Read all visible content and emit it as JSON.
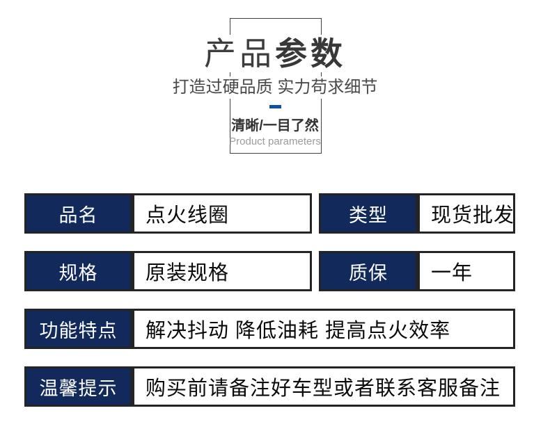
{
  "header": {
    "title_regular": "产品",
    "title_bold": "参数",
    "subtitle": "打造过硬品质 实力苟求细节",
    "tagline": "清晰/一目了然",
    "tagline_en": "Product parameters"
  },
  "colors": {
    "label_navy": "#12295b",
    "border_dark": "#242424",
    "accent_blue": "#114fa0",
    "title_gray": "#3d3d3d"
  },
  "table": {
    "rows": [
      {
        "cells": [
          {
            "label": "品名",
            "value": "点火线圈"
          },
          {
            "label": "类型",
            "value": "现货批发"
          }
        ]
      },
      {
        "cells": [
          {
            "label": "规格",
            "value": "原装规格"
          },
          {
            "label": "质保",
            "value": "一年"
          }
        ]
      },
      {
        "cells": [
          {
            "label": "功能特点",
            "value": "解决抖动 降低油耗 提高点火效率"
          }
        ]
      },
      {
        "cells": [
          {
            "label": "温馨提示",
            "value": "购买前请备注好车型或者联系客服备注"
          }
        ]
      }
    ]
  }
}
